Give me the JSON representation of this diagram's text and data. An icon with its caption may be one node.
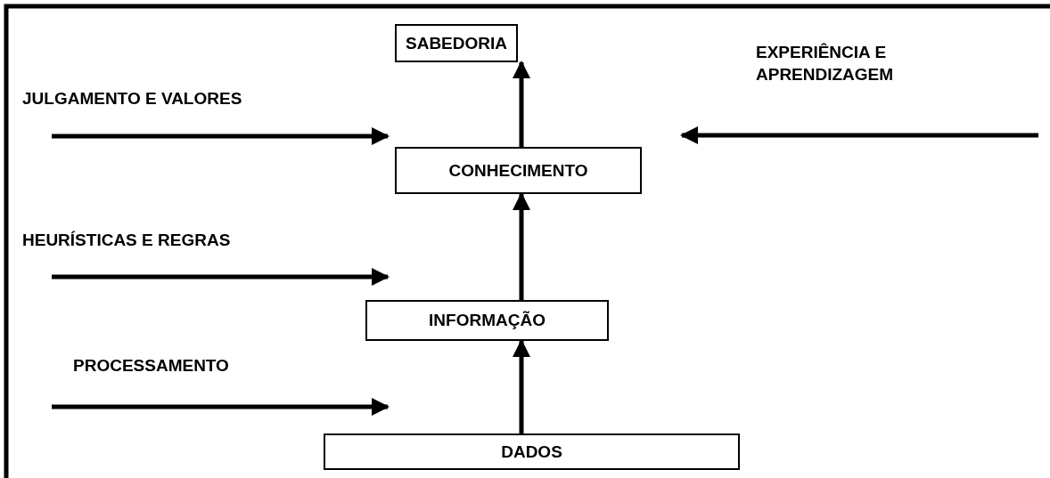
{
  "diagram": {
    "nodes": [
      {
        "text": [
          "SABEDORIA"
        ]
      },
      {
        "text": [
          "CONHECIMENTO"
        ]
      },
      {
        "text": [
          "INFORMAÇÃO"
        ]
      },
      {
        "text": [
          "DADOS"
        ]
      }
    ],
    "edges": [
      {
        "from": 3,
        "to": 2,
        "arrow": "to"
      },
      {
        "from": 2,
        "to": 1,
        "arrow": "to"
      },
      {
        "from": 1,
        "to": 0,
        "arrow": "to"
      }
    ],
    "labels": [
      "EXPERIÊNCIA E APRENDIZAGEM",
      "JULGAMENTO E VALORES",
      "HEURÍSTICAS E REGRAS",
      "PROCESSAMENTO"
    ]
  }
}
